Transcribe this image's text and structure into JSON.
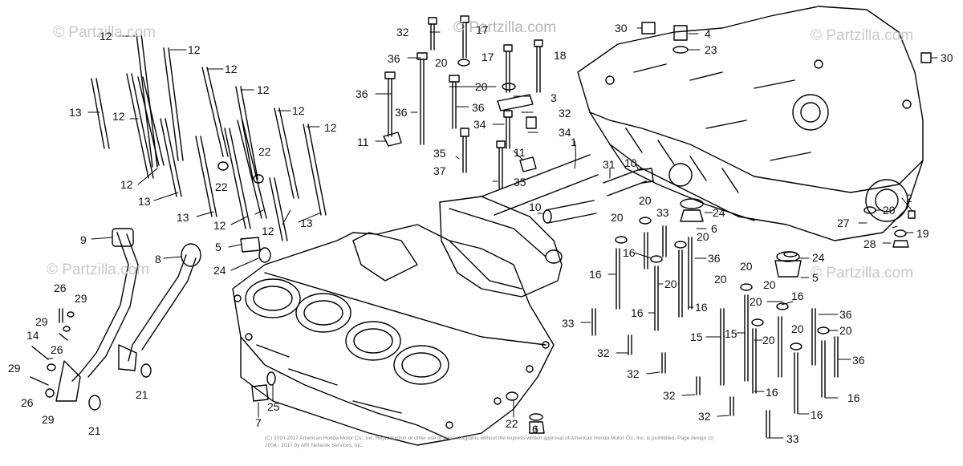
{
  "watermark": "© Partzilla.com",
  "labels": [
    {
      "key": "12-a",
      "text": "12"
    },
    {
      "key": "12-b",
      "text": "12"
    },
    {
      "key": "12-c",
      "text": "12"
    },
    {
      "key": "13-a",
      "text": "13"
    },
    {
      "key": "12-d",
      "text": "12"
    },
    {
      "key": "12-e",
      "text": "12"
    },
    {
      "key": "12-f",
      "text": "12"
    },
    {
      "key": "12-g",
      "text": "12"
    },
    {
      "key": "12-h",
      "text": "12"
    },
    {
      "key": "13-b",
      "text": "13"
    },
    {
      "key": "13-c",
      "text": "13"
    },
    {
      "key": "22-a",
      "text": "22"
    },
    {
      "key": "22-b",
      "text": "22"
    },
    {
      "key": "12-i",
      "text": "12"
    },
    {
      "key": "12-j",
      "text": "12"
    },
    {
      "key": "13-d",
      "text": "13"
    },
    {
      "key": "5-a",
      "text": "5"
    },
    {
      "key": "24-a",
      "text": "24"
    },
    {
      "key": "9",
      "text": "9"
    },
    {
      "key": "8",
      "text": "8"
    },
    {
      "key": "26-a",
      "text": "26"
    },
    {
      "key": "29-a",
      "text": "29"
    },
    {
      "key": "29-b",
      "text": "29"
    },
    {
      "key": "26-b",
      "text": "26"
    },
    {
      "key": "14",
      "text": "14"
    },
    {
      "key": "29-c",
      "text": "29"
    },
    {
      "key": "26-c",
      "text": "26"
    },
    {
      "key": "29-d",
      "text": "29"
    },
    {
      "key": "21-a",
      "text": "21"
    },
    {
      "key": "21-b",
      "text": "21"
    },
    {
      "key": "7",
      "text": "7"
    },
    {
      "key": "25",
      "text": "25"
    },
    {
      "key": "22-c",
      "text": "22"
    },
    {
      "key": "6-a",
      "text": "6"
    },
    {
      "key": "32-a",
      "text": "32"
    },
    {
      "key": "17-a",
      "text": "17"
    },
    {
      "key": "36-a",
      "text": "36"
    },
    {
      "key": "20-a",
      "text": "20"
    },
    {
      "key": "17-b",
      "text": "17"
    },
    {
      "key": "18",
      "text": "18"
    },
    {
      "key": "36-b",
      "text": "36"
    },
    {
      "key": "20-b",
      "text": "20"
    },
    {
      "key": "3",
      "text": "3"
    },
    {
      "key": "36-c",
      "text": "36"
    },
    {
      "key": "36-d",
      "text": "36"
    },
    {
      "key": "32-b",
      "text": "32"
    },
    {
      "key": "34-a",
      "text": "34"
    },
    {
      "key": "34-b",
      "text": "34"
    },
    {
      "key": "11-a",
      "text": "11"
    },
    {
      "key": "11-b",
      "text": "11"
    },
    {
      "key": "35-a",
      "text": "35"
    },
    {
      "key": "37",
      "text": "37"
    },
    {
      "key": "35-b",
      "text": "35"
    },
    {
      "key": "1",
      "text": "1"
    },
    {
      "key": "31",
      "text": "31"
    },
    {
      "key": "10-a",
      "text": "10"
    },
    {
      "key": "10-b",
      "text": "10"
    },
    {
      "key": "30-a",
      "text": "30"
    },
    {
      "key": "4",
      "text": "4"
    },
    {
      "key": "23",
      "text": "23"
    },
    {
      "key": "30-b",
      "text": "30"
    },
    {
      "key": "20-c",
      "text": "20"
    },
    {
      "key": "33-a",
      "text": "33"
    },
    {
      "key": "24-b",
      "text": "24"
    },
    {
      "key": "20-d",
      "text": "20"
    },
    {
      "key": "6-b",
      "text": "6"
    },
    {
      "key": "20-e",
      "text": "20"
    },
    {
      "key": "2",
      "text": "2"
    },
    {
      "key": "20-f",
      "text": "20"
    },
    {
      "key": "27",
      "text": "27"
    },
    {
      "key": "19",
      "text": "19"
    },
    {
      "key": "28",
      "text": "28"
    },
    {
      "key": "16-a",
      "text": "16"
    },
    {
      "key": "36-e",
      "text": "36"
    },
    {
      "key": "16-b",
      "text": "16"
    },
    {
      "key": "20-g",
      "text": "20"
    },
    {
      "key": "24-c",
      "text": "24"
    },
    {
      "key": "20-h",
      "text": "20"
    },
    {
      "key": "5-b",
      "text": "5"
    },
    {
      "key": "20-i",
      "text": "20"
    },
    {
      "key": "20-j",
      "text": "20"
    },
    {
      "key": "16-c",
      "text": "16"
    },
    {
      "key": "16-d",
      "text": "16"
    },
    {
      "key": "16-e",
      "text": "16"
    },
    {
      "key": "20-k",
      "text": "20"
    },
    {
      "key": "36-f",
      "text": "36"
    },
    {
      "key": "33-b",
      "text": "33"
    },
    {
      "key": "15-a",
      "text": "15"
    },
    {
      "key": "15-b",
      "text": "15"
    },
    {
      "key": "20-l",
      "text": "20"
    },
    {
      "key": "20-m",
      "text": "20"
    },
    {
      "key": "20-n",
      "text": "20"
    },
    {
      "key": "32-c",
      "text": "32"
    },
    {
      "key": "36-g",
      "text": "36"
    },
    {
      "key": "32-d",
      "text": "32"
    },
    {
      "key": "16-f",
      "text": "16"
    },
    {
      "key": "32-e",
      "text": "32"
    },
    {
      "key": "16-g",
      "text": "16"
    },
    {
      "key": "32-f",
      "text": "32"
    },
    {
      "key": "16-h",
      "text": "16"
    },
    {
      "key": "33-c",
      "text": "33"
    }
  ],
  "copyright": "(C) 2010-2017 American Honda Motor Co., Inc. Reproduction or other use of these diagrams without the express written approval of American Honda Motor Co., Inc. is prohibited. Page design (c) 2004 - 2017 by ARI Network Services, Inc."
}
